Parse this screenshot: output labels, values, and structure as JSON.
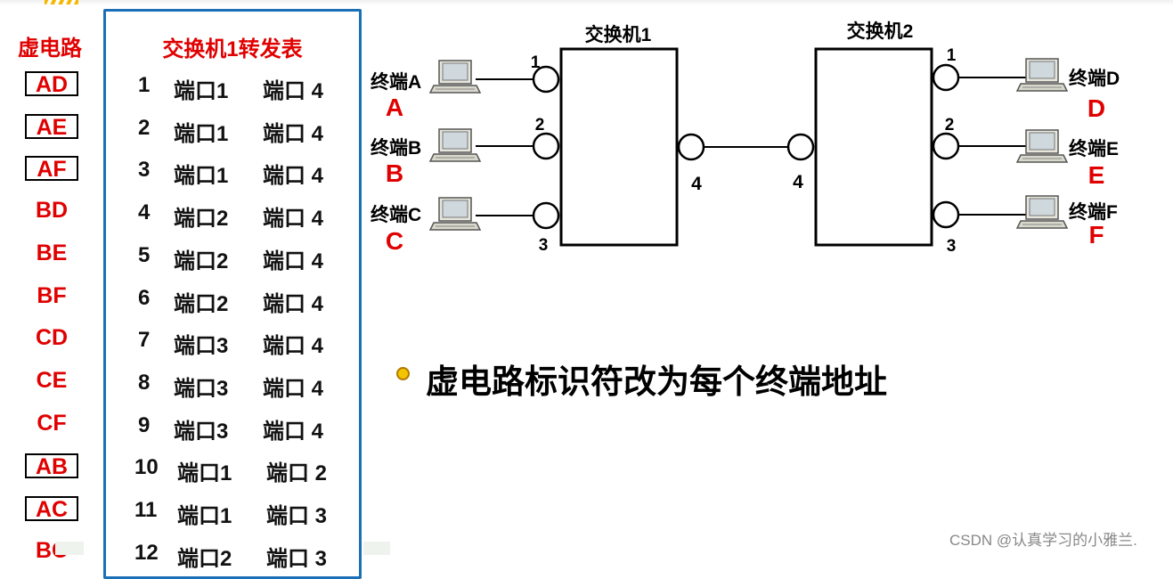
{
  "virtual_circuits": {
    "title": "虚电路",
    "items": [
      {
        "label": "AD",
        "boxed": true
      },
      {
        "label": "AE",
        "boxed": true
      },
      {
        "label": "AF",
        "boxed": true
      },
      {
        "label": "BD",
        "boxed": false
      },
      {
        "label": "BE",
        "boxed": false
      },
      {
        "label": "BF",
        "boxed": false
      },
      {
        "label": "CD",
        "boxed": false
      },
      {
        "label": "CE",
        "boxed": false
      },
      {
        "label": "CF",
        "boxed": false
      },
      {
        "label": "AB",
        "boxed": true
      },
      {
        "label": "AC",
        "boxed": true
      },
      {
        "label": "BC",
        "boxed": false
      }
    ]
  },
  "forwarding_table": {
    "title": "交换机1转发表",
    "rows": [
      {
        "id": "1",
        "in": "端口1",
        "out": "端口 4"
      },
      {
        "id": "2",
        "in": "端口1",
        "out": "端口 4"
      },
      {
        "id": "3",
        "in": "端口1",
        "out": "端口 4"
      },
      {
        "id": "4",
        "in": "端口2",
        "out": "端口 4"
      },
      {
        "id": "5",
        "in": "端口2",
        "out": "端口 4"
      },
      {
        "id": "6",
        "in": "端口2",
        "out": "端口 4"
      },
      {
        "id": "7",
        "in": "端口3",
        "out": "端口 4"
      },
      {
        "id": "8",
        "in": "端口3",
        "out": "端口 4"
      },
      {
        "id": "9",
        "in": "端口3",
        "out": "端口 4"
      },
      {
        "id": "10",
        "in": "端口1",
        "out": "端口 2"
      },
      {
        "id": "11",
        "in": "端口1",
        "out": "端口 3"
      },
      {
        "id": "12",
        "in": "端口2",
        "out": "端口 3"
      }
    ]
  },
  "diagram": {
    "switch1_label": "交换机1",
    "switch2_label": "交换机2",
    "terminals_left": [
      {
        "name": "终端A",
        "letter": "A",
        "port": "1"
      },
      {
        "name": "终端B",
        "letter": "B",
        "port": "2"
      },
      {
        "name": "终端C",
        "letter": "C",
        "port": "3"
      }
    ],
    "terminals_right": [
      {
        "name": "终端D",
        "letter": "D",
        "port": "1"
      },
      {
        "name": "终端E",
        "letter": "E",
        "port": "2"
      },
      {
        "name": "终端F",
        "letter": "F",
        "port": "3"
      }
    ],
    "trunk_port_s1": "4",
    "trunk_port_s2": "4"
  },
  "bullet": "虚电路标识符改为每个终端地址",
  "watermark": "CSDN @认真学习的小雅兰.",
  "colors": {
    "accent_red": "#e00000",
    "panel_border": "#1a6fb7",
    "bullet_dot": "#f5c400"
  }
}
